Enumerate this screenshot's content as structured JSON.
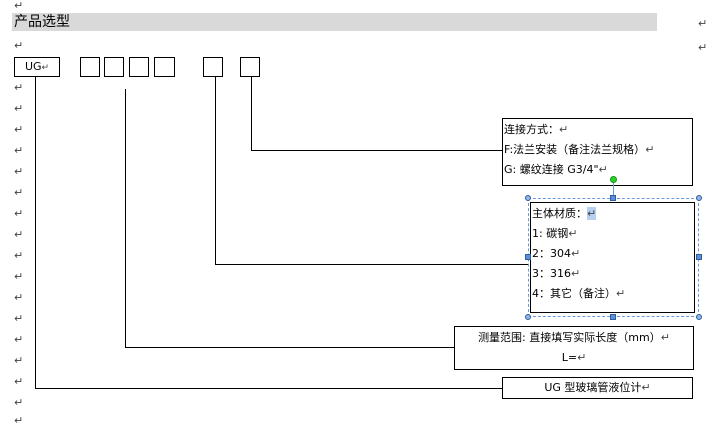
{
  "heading": "产品选型",
  "para_mark": "↵",
  "model_prefix": "UG",
  "connection": {
    "title": "连接方式：",
    "option_f": "F:法兰安装（备注法兰规格）",
    "option_g": "G: 螺纹连接 G3/4\""
  },
  "material": {
    "title": "主体材质：",
    "options": [
      "1: 碳钢",
      "2：304",
      "3：316",
      "4：其它（备注）"
    ]
  },
  "measurement": {
    "line1": "测量范围: 直接填写实际长度（mm）",
    "line2": "L="
  },
  "product_name": "UG 型玻璃管液位计"
}
